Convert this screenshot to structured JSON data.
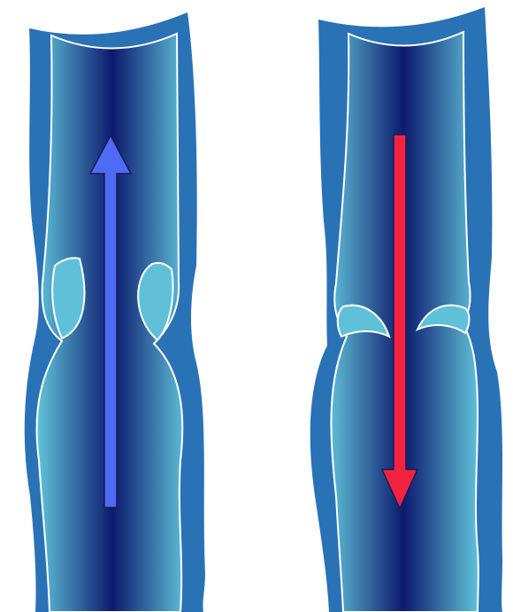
{
  "diagram": {
    "panels": [
      {
        "id": "open-valve",
        "valve_state": "open",
        "flow_direction": "up",
        "arrow_color": "#4f6bf6"
      },
      {
        "id": "closed-valve",
        "valve_state": "closed",
        "flow_direction": "down",
        "arrow_color": "#f2233f"
      }
    ],
    "colors": {
      "vein_wall": "#2a72b6",
      "lumen_edge": "#5fc0d8",
      "lumen_mid": "#2f6cb8",
      "lumen_center": "#0c1a6e",
      "outline": "#ffffff",
      "arrow_stroke": "#1b1b55"
    }
  }
}
